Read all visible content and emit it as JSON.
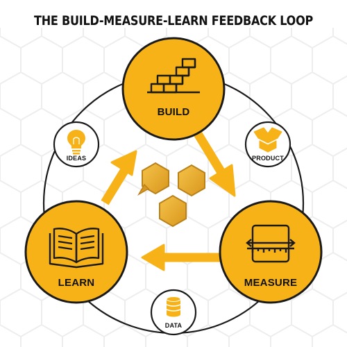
{
  "title": "THE BUILD-MEASURE-LEARN FEEDBACK LOOP",
  "colors": {
    "accent": "#F7B217",
    "dark": "#1A1A1A",
    "hex_gold": "#E5A624",
    "hex_gold_edge": "#B9811A",
    "background_pattern": "#EDEDED"
  },
  "stages": [
    {
      "id": "build",
      "label": "BUILD",
      "icon": "brick-wall-icon"
    },
    {
      "id": "measure",
      "label": "MEASURE",
      "icon": "ruler-measure-icon"
    },
    {
      "id": "learn",
      "label": "LEARN",
      "icon": "open-book-icon"
    }
  ],
  "artifacts": [
    {
      "id": "product",
      "label": "PRODUCT",
      "icon": "open-box-icon"
    },
    {
      "id": "data",
      "label": "DATA",
      "icon": "database-icon"
    },
    {
      "id": "ideas",
      "label": "IDEAS",
      "icon": "lightbulb-icon"
    }
  ]
}
